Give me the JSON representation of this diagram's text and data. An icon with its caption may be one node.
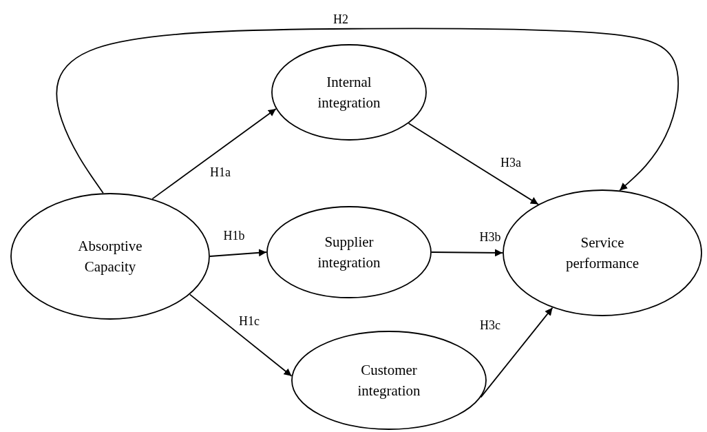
{
  "diagram": {
    "nodes": [
      {
        "text": [
          "Absorptive Capacity"
        ]
      },
      {
        "text": [
          "Internal integration"
        ]
      },
      {
        "text": [
          "Supplier integration"
        ]
      },
      {
        "text": [
          "Customer integration"
        ]
      },
      {
        "text": [
          "Service performance"
        ]
      }
    ],
    "edges": [
      {
        "from": 0,
        "to": 4,
        "arrow": "to",
        "label": "H2"
      },
      {
        "from": 0,
        "to": 1,
        "arrow": "to",
        "label": "H1a"
      },
      {
        "from": 0,
        "to": 2,
        "arrow": "to",
        "label": "H1b"
      },
      {
        "from": 0,
        "to": 3,
        "arrow": "to",
        "label": "H1c"
      },
      {
        "from": 1,
        "to": 4,
        "arrow": "to",
        "label": "H3a"
      },
      {
        "from": 2,
        "to": 4,
        "arrow": "to",
        "label": "H3b"
      },
      {
        "from": 3,
        "to": 4,
        "arrow": "to",
        "label": "H3c"
      }
    ]
  }
}
